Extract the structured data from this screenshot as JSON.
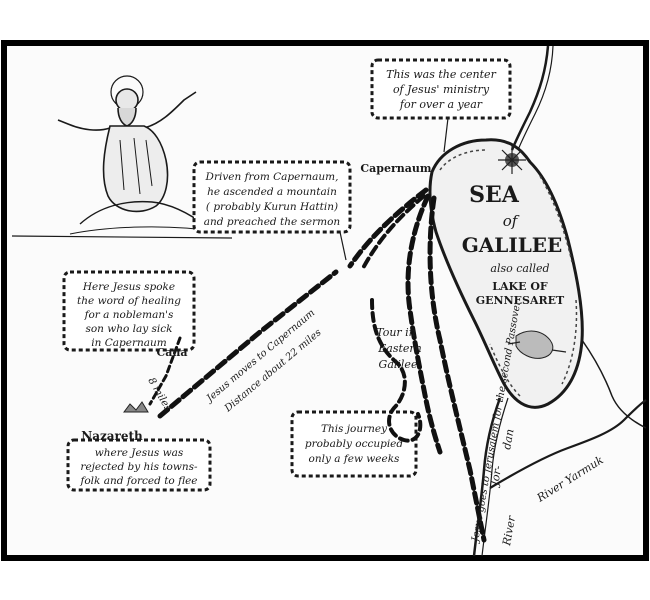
{
  "map": {
    "sea_name": [
      "SEA",
      "of",
      "GALILEE"
    ],
    "sea_alias": [
      "also called",
      "LAKE OF",
      "GENNESARET"
    ],
    "places": {
      "capernaum": "Capernaum",
      "cana": "Cana",
      "nazareth": "Nazareth"
    },
    "rivers": {
      "jordan_upper": "Jor-",
      "jordan_lower": "dan",
      "river_left": "River",
      "yarmuk": "River Yarmuk"
    },
    "notes": {
      "center": [
        "This was the center",
        "of Jesus' ministry",
        "for over a year"
      ],
      "driven": [
        "Driven from Capernaum,",
        "he ascended a mountain",
        "( probably Kurun Hattin)",
        "and preached the sermon"
      ],
      "healing": [
        "Here Jesus spoke",
        "the word of healing",
        "for a nobleman's",
        "son who lay sick",
        "in Capernaum"
      ],
      "nazareth": [
        "where Jesus was",
        "rejected by his towns-",
        "folk and forced to flee"
      ],
      "journey": [
        "This journey",
        "probably occupied",
        "only a few weeks"
      ],
      "tour": [
        "Tour in",
        "Eastern",
        "Galilee"
      ]
    },
    "route_labels": {
      "moves": "Jesus moves to Capernaum",
      "distance": "Distance about 22 miles",
      "miles": "8 miles",
      "jerusalem": "Jesus goes to Jerusalem for the second Passover"
    }
  }
}
